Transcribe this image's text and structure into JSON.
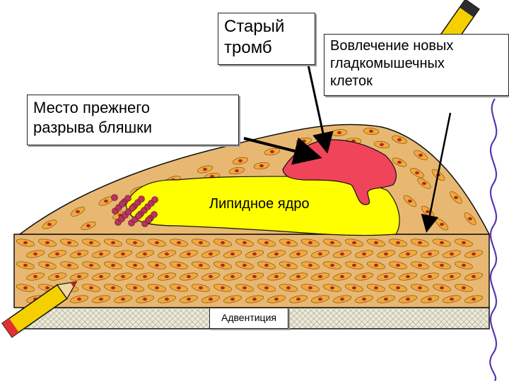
{
  "labels": {
    "old_thrombus": "Старый\nтромб",
    "smooth_muscle": "Вовлечение новых\nгладкомышечных\nклеток",
    "rupture_site": "Место прежнего\nразрыва бляшки",
    "lipid_core": "Липидное ядро",
    "adventitia": "Адвентиция"
  },
  "colors": {
    "media": "#e8b873",
    "cell_fill": "#f2a93a",
    "nucleus": "#b0291d",
    "lipid_core": "#ffff00",
    "thrombus": "#f0445a",
    "rupture": "#c0305a",
    "adventitia": "#e9e6d0",
    "outline": "#111111",
    "arrow": "#000000"
  },
  "icons": [
    "pencil-icon-top-right",
    "pencil-icon-bottom-left"
  ]
}
